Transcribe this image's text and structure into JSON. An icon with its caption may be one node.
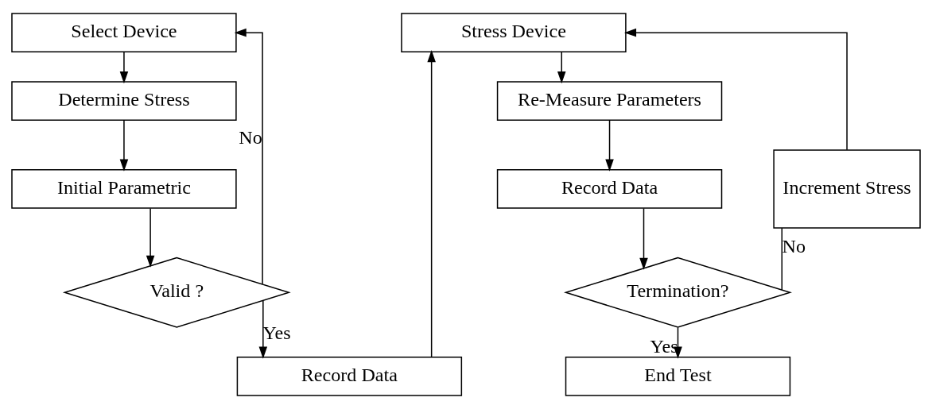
{
  "diagram": {
    "nodes": [
      {
        "text": [
          "Select Device"
        ]
      },
      {
        "text": [
          "Determine Stress"
        ]
      },
      {
        "text": [
          "Initial Parametric"
        ]
      },
      {
        "text": [
          "Valid ?"
        ]
      },
      {
        "text": [
          "Record Data"
        ]
      },
      {
        "text": [
          "Stress Device"
        ]
      },
      {
        "text": [
          "Re-Measure Parameters"
        ]
      },
      {
        "text": [
          "Record Data"
        ]
      },
      {
        "text": [
          "Termination?"
        ]
      },
      {
        "text": [
          "End Test"
        ]
      },
      {
        "text": [
          "Increment Stress"
        ]
      }
    ],
    "edges": [
      {
        "from": 0,
        "to": 1,
        "arrow": "to"
      },
      {
        "from": 1,
        "to": 2,
        "arrow": "to"
      },
      {
        "from": 2,
        "to": 3,
        "arrow": "to"
      },
      {
        "from": 3,
        "to": 0,
        "arrow": "to",
        "label": "No"
      },
      {
        "from": 3,
        "to": 4,
        "arrow": "to",
        "label": "Yes"
      },
      {
        "from": 4,
        "to": 5,
        "arrow": "to"
      },
      {
        "from": 5,
        "to": 6,
        "arrow": "to"
      },
      {
        "from": 6,
        "to": 7,
        "arrow": "to"
      },
      {
        "from": 7,
        "to": 8,
        "arrow": "to"
      },
      {
        "from": 8,
        "to": 9,
        "arrow": "to",
        "label": "Yes"
      },
      {
        "from": 8,
        "to": 10,
        "arrow": "none",
        "label": "No"
      },
      {
        "from": 10,
        "to": 5,
        "arrow": "to"
      }
    ]
  }
}
